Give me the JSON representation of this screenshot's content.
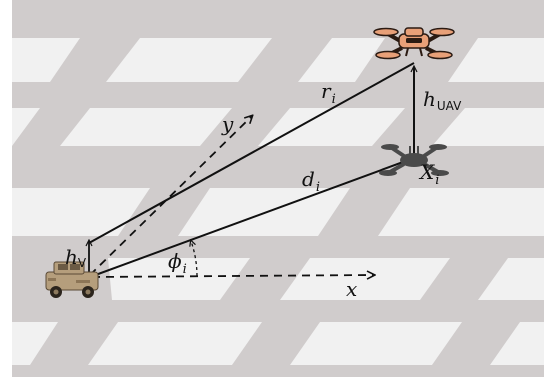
{
  "labels": {
    "r": {
      "main": "r",
      "sub": "i"
    },
    "d": {
      "main": "d",
      "sub": "i"
    },
    "X": {
      "main": "X",
      "sub": "i"
    },
    "phi": {
      "main": "ϕ",
      "sub": "i"
    },
    "h_uav": {
      "main": "h",
      "sub": "UAV"
    },
    "h_v": {
      "main": "h",
      "sub": "V"
    },
    "axis_x": "x",
    "axis_y": "y"
  },
  "colors": {
    "road": "#d0cccc",
    "block": "#f1f1f1",
    "uav_body": "#e8a078",
    "uav_dark": "#2a1a12",
    "shadow": "#4a4a4a",
    "vehicle": "#b59e7c",
    "line": "#111111"
  },
  "icons": {
    "uav": "quadcopter-drone-icon",
    "uav_shadow": "drone-shadow-icon",
    "vehicle": "armored-vehicle-icon"
  }
}
